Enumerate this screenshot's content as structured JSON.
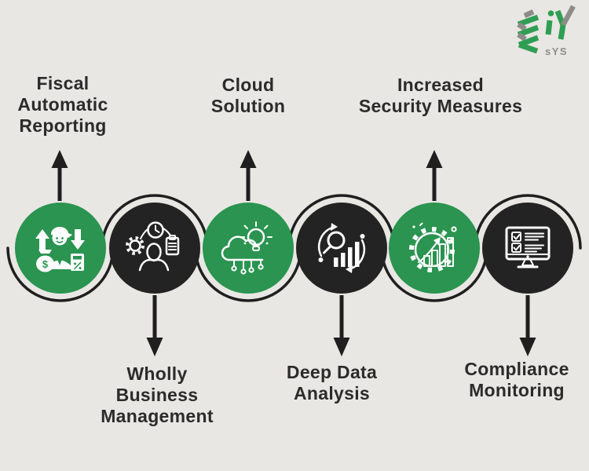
{
  "colors": {
    "background": "#e9e7e4",
    "green": "#2a9450",
    "dark": "#232323",
    "line": "#1f1f1f",
    "text": "#2b2b2b",
    "icon": "#ffffff",
    "logo_green": "#2f9e52",
    "logo_gray": "#8c8c89"
  },
  "logo": {
    "main": "EiY",
    "sub": "sYS"
  },
  "items": [
    {
      "id": "fiscal-automatic-reporting",
      "label": "Fiscal Automatic Reporting",
      "lines": [
        "Fiscal",
        "Automatic",
        "Reporting"
      ],
      "circle": "green",
      "label_position": "above",
      "icon": "accountant-money-calculator-icon"
    },
    {
      "id": "wholly-business-management",
      "label": "Wholly Business Management",
      "lines": [
        "Wholly",
        "Business",
        "Management"
      ],
      "circle": "dark",
      "label_position": "below",
      "icon": "person-gear-clock-clipboard-icon"
    },
    {
      "id": "cloud-solution",
      "label": "Cloud Solution",
      "lines": [
        "Cloud",
        "Solution"
      ],
      "circle": "green",
      "label_position": "above",
      "icon": "cloud-lightbulb-circuit-icon"
    },
    {
      "id": "deep-data-analysis",
      "label": "Deep Data Analysis",
      "lines": [
        "Deep Data",
        "Analysis"
      ],
      "circle": "dark",
      "label_position": "below",
      "icon": "magnifier-bar-chart-cycle-icon"
    },
    {
      "id": "increased-security-measures",
      "label": "Increased Security Measures",
      "lines": [
        "Increased",
        "Security Measures"
      ],
      "circle": "green",
      "label_position": "above",
      "icon": "gear-growth-chart-icon"
    },
    {
      "id": "compliance-monitoring",
      "label": "Compliance Monitoring",
      "lines": [
        "Compliance",
        "Monitoring"
      ],
      "circle": "dark",
      "label_position": "below",
      "icon": "monitor-checklist-icon"
    }
  ]
}
